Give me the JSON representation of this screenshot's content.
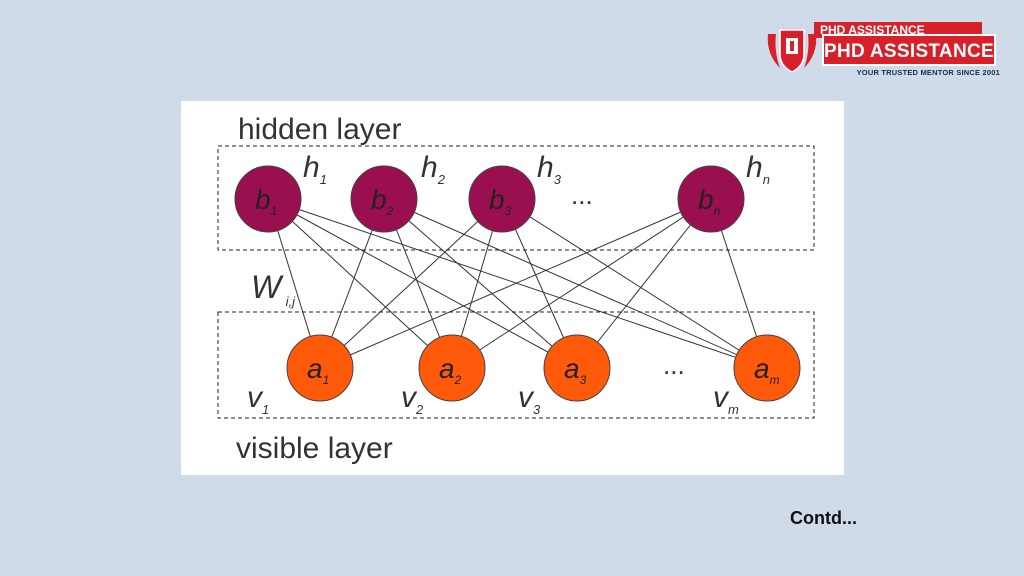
{
  "logo": {
    "back_text": "PHD ASSISTANCE",
    "name": "PHD ASSISTANCE",
    "tagline": "YOUR TRUSTED MENTOR SINCE 2001",
    "brand_color": "#d8202a"
  },
  "diagram": {
    "hidden_layer_label": "hidden layer",
    "visible_layer_label": "visible layer",
    "weight_label": {
      "main": "W",
      "sub": "i,j"
    },
    "hidden_ellipsis": "...",
    "visible_ellipsis": "...",
    "hidden_color": "#9a0f50",
    "visible_color": "#ff5a0a",
    "hidden_nodes": [
      {
        "id": "b1",
        "main": "b",
        "sub": "1",
        "tag_main": "h",
        "tag_sub": "1"
      },
      {
        "id": "b2",
        "main": "b",
        "sub": "2",
        "tag_main": "h",
        "tag_sub": "2"
      },
      {
        "id": "b3",
        "main": "b",
        "sub": "3",
        "tag_main": "h",
        "tag_sub": "3"
      },
      {
        "id": "bn",
        "main": "b",
        "sub": "n",
        "tag_main": "h",
        "tag_sub": "n"
      }
    ],
    "visible_nodes": [
      {
        "id": "a1",
        "main": "a",
        "sub": "1",
        "tag_main": "v",
        "tag_sub": "1"
      },
      {
        "id": "a2",
        "main": "a",
        "sub": "2",
        "tag_main": "v",
        "tag_sub": "2"
      },
      {
        "id": "a3",
        "main": "a",
        "sub": "3",
        "tag_main": "v",
        "tag_sub": "3"
      },
      {
        "id": "am",
        "main": "a",
        "sub": "m",
        "tag_main": "v",
        "tag_sub": "m"
      }
    ]
  },
  "footer": {
    "contd": "Contd..."
  }
}
